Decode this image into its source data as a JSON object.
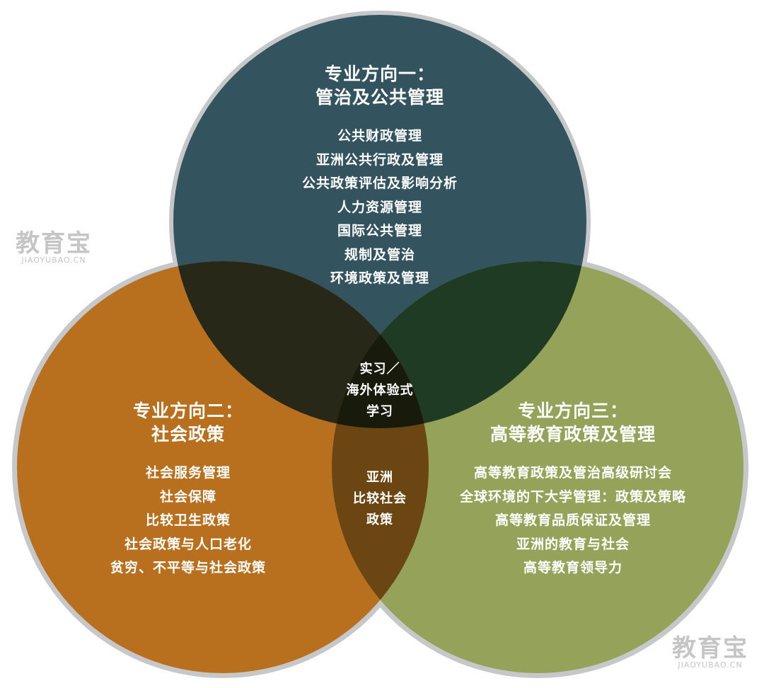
{
  "colors": {
    "circle_top": "#33545f",
    "circle_left": "#b8701f",
    "circle_right": "#95a35a",
    "overlap_top_left": "#272817",
    "overlap_top_right": "#1f3b24",
    "overlap_left_right": "#6c4612",
    "overlap_all": "#181a0b",
    "ring": "#c6c7c9"
  },
  "direction_one": {
    "title_line1": "专业方向一：",
    "title_line2": "管治及公共管理",
    "items": [
      "公共财政管理",
      "亚洲公共行政及管理",
      "公共政策评估及影响分析",
      "人力资源管理",
      "国际公共管理",
      "规制及管治",
      "环境政策及管理"
    ]
  },
  "direction_two": {
    "title_line1": "专业方向二：",
    "title_line2": "社会政策",
    "items": [
      "社会服务管理",
      "社会保障",
      "比较卫生政策",
      "社会政策与人口老化",
      "贫穷、不平等与社会政策"
    ]
  },
  "direction_three": {
    "title_line1": "专业方向三：",
    "title_line2": "高等教育政策及管理",
    "items": [
      "高等教育政策及管治高级研讨会",
      "全球环境的下大学管理：政策及策略",
      "高等教育品质保证及管理",
      "亚洲的教育与社会",
      "高等教育领导力"
    ]
  },
  "center_all": {
    "lines": [
      "实习／",
      "海外体验式",
      "学习"
    ]
  },
  "overlap_two_three": {
    "lines": [
      "亚洲",
      "比较社会",
      "政策"
    ]
  },
  "watermark": {
    "cn": "教育宝",
    "en": "JIAOYUBAO.CN"
  }
}
